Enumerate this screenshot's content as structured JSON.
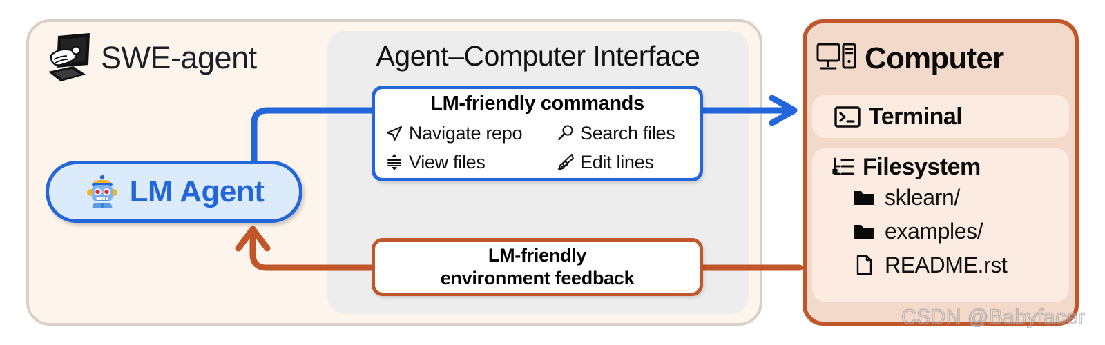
{
  "colors": {
    "blue": "#2266D9",
    "rust": "#C1562A",
    "swe_panel_bg": "#FDF4EC",
    "swe_panel_border": "#D9D0C5",
    "aci_panel_bg": "#EDEDED",
    "computer_panel_bg": "#F3D9C9",
    "computer_card_bg": "#FBEBE0",
    "lm_agent_bg": "#DCEBFB",
    "card_bg": "#FFFFFF",
    "text": "#111111"
  },
  "swe_agent": {
    "title": "SWE-agent",
    "icon": "computer-hand-typing-icon",
    "agent": {
      "label": "LM Agent",
      "icon": "robot-icon"
    }
  },
  "aci": {
    "title": "Agent–Computer Interface",
    "commands_card": {
      "title": "LM-friendly commands",
      "items": [
        {
          "label": "Navigate repo",
          "icon": "navigate-arrow-icon"
        },
        {
          "label": "Search files",
          "icon": "magnifier-icon"
        },
        {
          "label": "View files",
          "icon": "scroll-view-icon"
        },
        {
          "label": "Edit lines",
          "icon": "pen-nib-icon"
        }
      ]
    },
    "feedback_card": {
      "line1": "LM-friendly",
      "line2": "environment feedback"
    }
  },
  "computer": {
    "title": "Computer",
    "icon": "desktop-tower-icon",
    "terminal": {
      "label": "Terminal",
      "icon": "terminal-prompt-icon"
    },
    "filesystem": {
      "label": "Filesystem",
      "icon": "file-tree-icon",
      "entries": [
        {
          "name": "sklearn/",
          "icon": "folder-icon"
        },
        {
          "name": "examples/",
          "icon": "folder-icon"
        },
        {
          "name": "README.rst",
          "icon": "file-icon"
        }
      ]
    }
  },
  "connectors": {
    "commands_flow": {
      "from": "lm-agent",
      "to": "computer",
      "color": "#2266D9"
    },
    "feedback_flow": {
      "from": "computer",
      "to": "lm-agent",
      "color": "#C1562A"
    }
  },
  "watermark": {
    "text": "CSDN @Babyfacer"
  }
}
